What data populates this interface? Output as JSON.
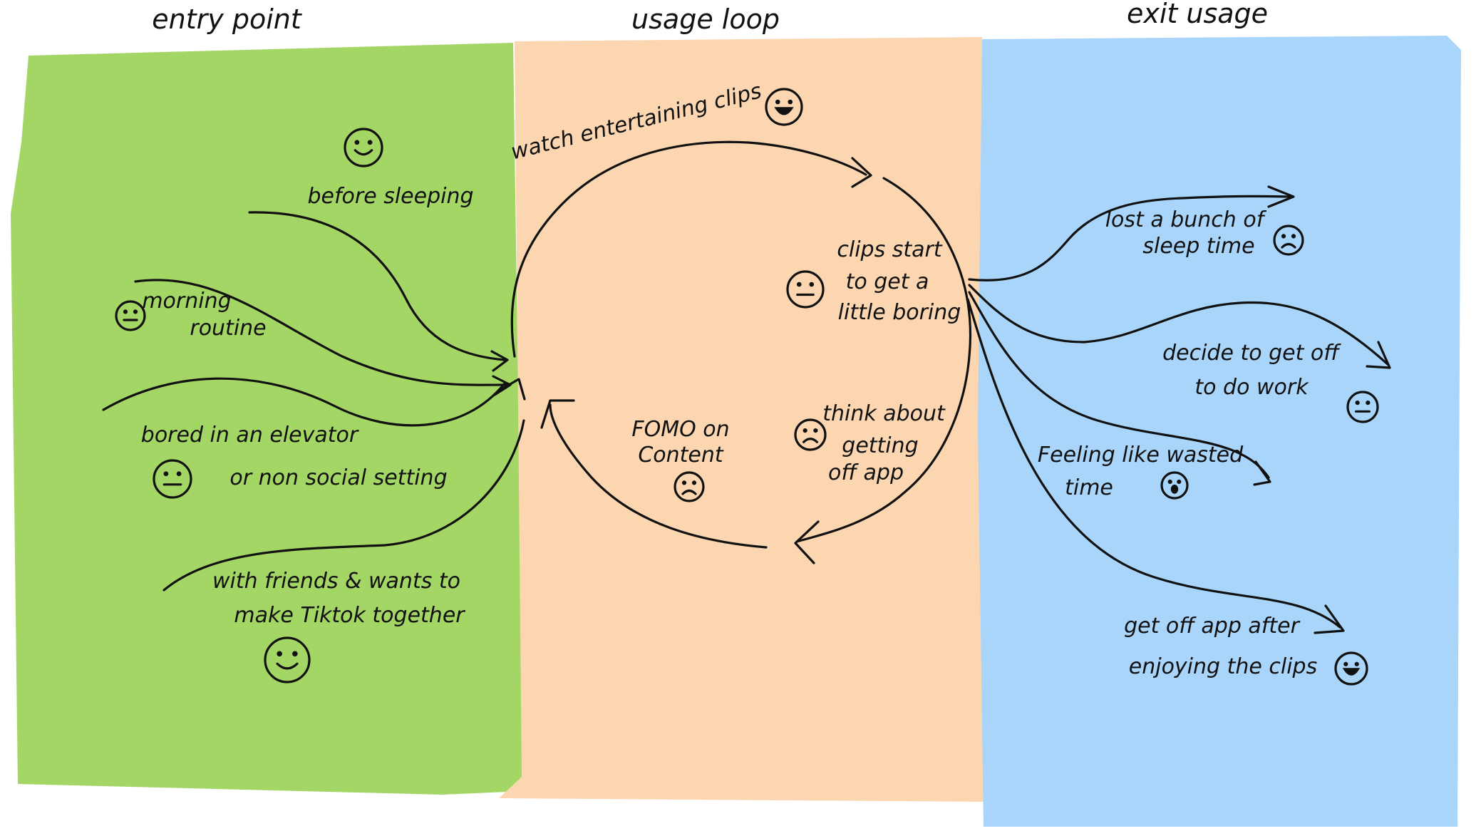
{
  "colors": {
    "entry": "#a3d665",
    "loop": "#fbd6b1",
    "exit": "#a9d5fb",
    "ink": "#111111"
  },
  "columns": {
    "entry": {
      "heading": "entry point"
    },
    "loop": {
      "heading": "usage loop"
    },
    "exit": {
      "heading": "exit usage"
    }
  },
  "entry_points": [
    {
      "lines": [
        "before sleeping"
      ],
      "face": "smile-face-icon"
    },
    {
      "lines": [
        "morning",
        "routine"
      ],
      "face": "neutral-face-icon"
    },
    {
      "lines": [
        "bored in an elevator",
        "or non social setting"
      ],
      "face": "neutral-face-icon"
    },
    {
      "lines": [
        "with friends & wants to",
        "make Tiktok together"
      ],
      "face": "smile-face-icon"
    }
  ],
  "loop_steps": [
    {
      "lines": [
        "watch entertaining clips"
      ],
      "face": "grin-face-icon"
    },
    {
      "lines": [
        "clips start",
        "to get a",
        "little boring"
      ],
      "face": "neutral-face-icon"
    },
    {
      "lines": [
        "think about",
        "getting",
        "off app"
      ],
      "face": "frown-face-icon"
    },
    {
      "lines": [
        "FOMO on",
        "Content"
      ],
      "face": "frown-face-icon"
    }
  ],
  "exits": [
    {
      "lines": [
        "lost a bunch of",
        "sleep time"
      ],
      "face": "frown-face-icon"
    },
    {
      "lines": [
        "decide to get off",
        "to do work"
      ],
      "face": "neutral-face-icon"
    },
    {
      "lines": [
        "Feeling like wasted",
        "time"
      ],
      "face": "shocked-face-icon"
    },
    {
      "lines": [
        "get off app after",
        "enjoying the clips"
      ],
      "face": "grin-face-icon"
    }
  ]
}
